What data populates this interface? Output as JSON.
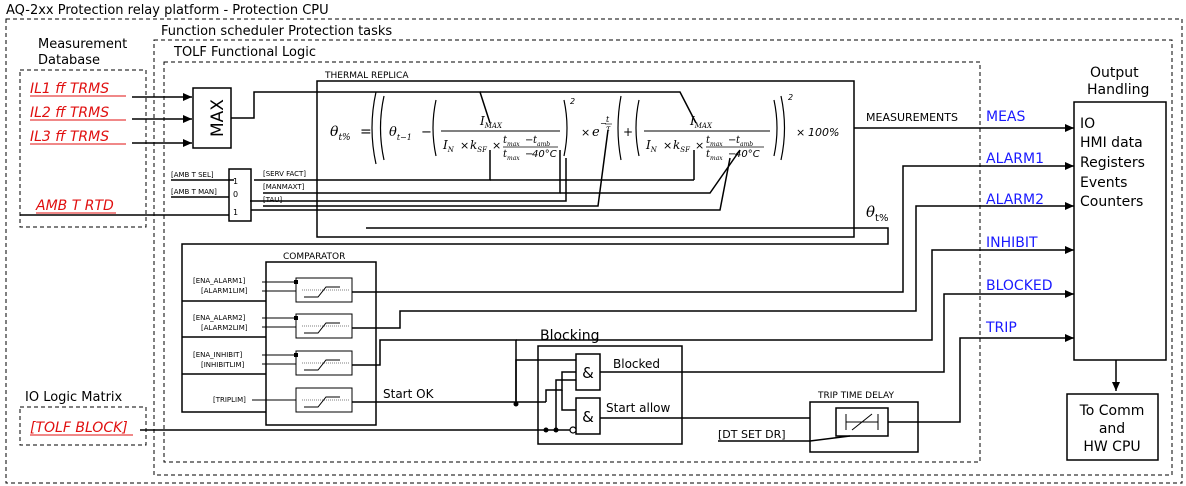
{
  "platform_title": "AQ-2xx Protection relay platform - Protection CPU",
  "measurement_db": {
    "title_line1": "Measurement",
    "title_line2": "Database",
    "inputs": [
      "IL1 ff TRMS",
      "IL2 ff TRMS",
      "IL3 ff TRMS",
      "AMB T RTD"
    ]
  },
  "scheduler_title": "Function scheduler Protection tasks",
  "tolf_title": "TOLF Functional Logic",
  "max_label": "MAX",
  "amb_inputs": [
    "[AMB T SEL]",
    "[AMB T MAN]"
  ],
  "selector_marks": [
    "1",
    "0",
    "1"
  ],
  "thermal": {
    "title": "THERMAL REPLICA",
    "params": [
      "[SERV FACT]",
      "[MANMAXT]",
      "[TAU]"
    ],
    "formula": {
      "lhs": "θ",
      "lhs_sub": "t%",
      "prev": "θ",
      "prev_sub": "t−1",
      "imax": "I",
      "imax_sub": "MAX",
      "in": "I",
      "in_sub": "N",
      "ksf": "k",
      "ksf_sub": "SF",
      "tmax": "t",
      "tmax_sub": "max",
      "tamb": "t",
      "tamb_sub": "amb",
      "forty": "40°C",
      "exp_t": "t",
      "exp_tau": "τ",
      "times": "×",
      "minus": "−",
      "plus": "+",
      "equals": "=",
      "square": "2",
      "euler": "e",
      "percent": "100%"
    },
    "output_symbol": "θ",
    "output_sub": "t%"
  },
  "comparator": {
    "title": "COMPARATOR",
    "inputs": [
      "[ENA_ALARM1]",
      "[ALARM1LIM]",
      "[ENA_ALARM2]",
      "[ALARM2LIM]",
      "[ENA_INHIBIT]",
      "[INHIBITLIM]",
      "[TRIPLIM]"
    ]
  },
  "start_ok": "Start OK",
  "blocking": {
    "title": "Blocking",
    "and_symbol": "&",
    "blocked_label": "Blocked",
    "start_allow_label": "Start allow"
  },
  "trip_delay": {
    "title": "TRIP TIME DELAY",
    "setting": "[DT SET DR]"
  },
  "measurements_label": "MEASUREMENTS",
  "outputs": [
    "MEAS",
    "ALARM1",
    "ALARM2",
    "INHIBIT",
    "BLOCKED",
    "TRIP"
  ],
  "output_handling": {
    "title_line1": "Output",
    "title_line2": "Handling",
    "items": [
      "IO",
      "HMI data",
      "Registers",
      "Events",
      "Counters"
    ]
  },
  "to_comm": [
    "To Comm",
    "and",
    "HW CPU"
  ],
  "io_matrix": {
    "title": "IO Logic Matrix",
    "input": "[TOLF BLOCK]"
  }
}
